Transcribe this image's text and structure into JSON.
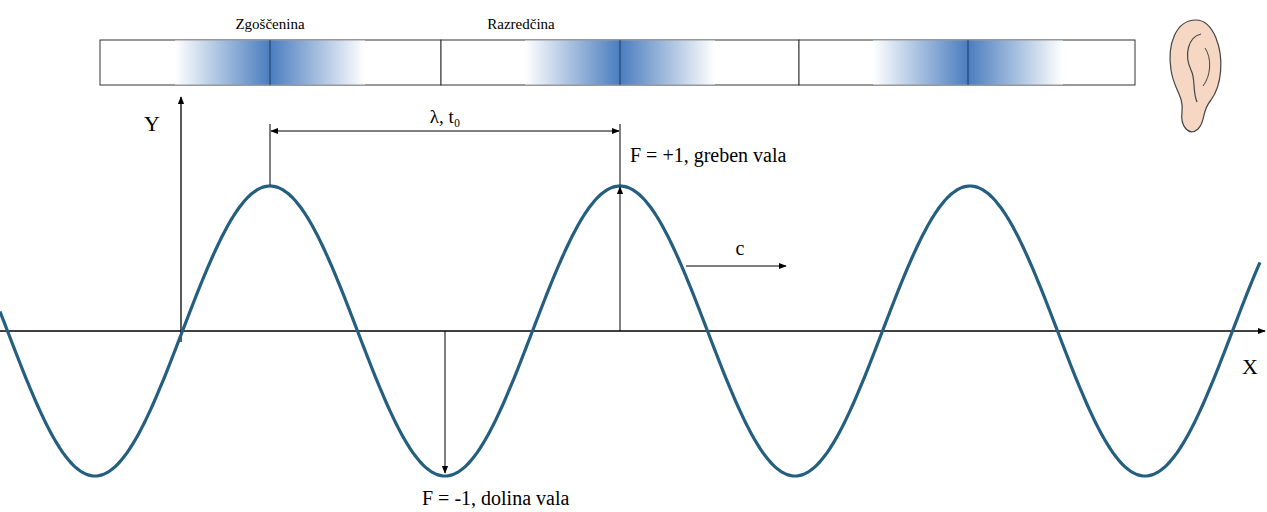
{
  "diagram": {
    "labels": [
      "Zgoščenina",
      "Razredčina",
      "Y",
      "λ, t₀",
      "F = +1, greben vala",
      "c",
      "X",
      "F = -1, dolina vala"
    ]
  }
}
